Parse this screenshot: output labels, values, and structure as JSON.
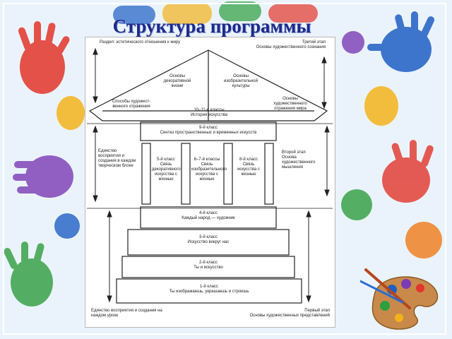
{
  "title": "Структура программы",
  "diagram": {
    "left_top_note": "Раздел: эсте­тическо­го отно­ше­ния к миру",
    "right_top_note": "Третий этап\nОсновы художественного сознания",
    "roof_left": "Основы\nдекоративной\nжизни",
    "roof_right": "Основы\nизобразительной\nкультуры",
    "eave_left": "Способы художест­венного отражения",
    "eave_right": "Основы\nхудожественного\nотражения мира",
    "eave_center": "10–11-е классы\nИстория искусства",
    "frieze": "9-й класс\nСинтез пространственных и временных искусств",
    "left_mid_note": "Единство восприятия и создания в каждом твор­ческом блоке",
    "right_mid_note": "Второй этап\nОснова художественного мышления",
    "columns": [
      "5-й класс\nСвязь декоративного искусства с жизнью",
      "6–7-й классы\nСвязь изобразительного искусства с жизнью",
      "8-й класс\nСвязь искусства с жизнью"
    ],
    "steps": [
      "4-й класс\nКаждый народ — художник",
      "3-й класс\nИскусство вокруг нас",
      "2-й класс\nТы и искусство",
      "1-й класс\nТы изображаешь, украшаешь и строишь"
    ],
    "bottom_left": "Единство восприятия и создания на каждом уроке",
    "bottom_right": "Первый этап\nОсновы художественных представлений"
  },
  "colors": {
    "background": "#eaf3fb",
    "title": "#1b2a8a",
    "hands": [
      "#e2352b",
      "#f3b21b",
      "#1f5fc4",
      "#2e9e3f",
      "#7b3bb5",
      "#f07a1a"
    ]
  },
  "icons": [
    "hand-print-icon",
    "palette-icon",
    "paintbrush-icon"
  ]
}
